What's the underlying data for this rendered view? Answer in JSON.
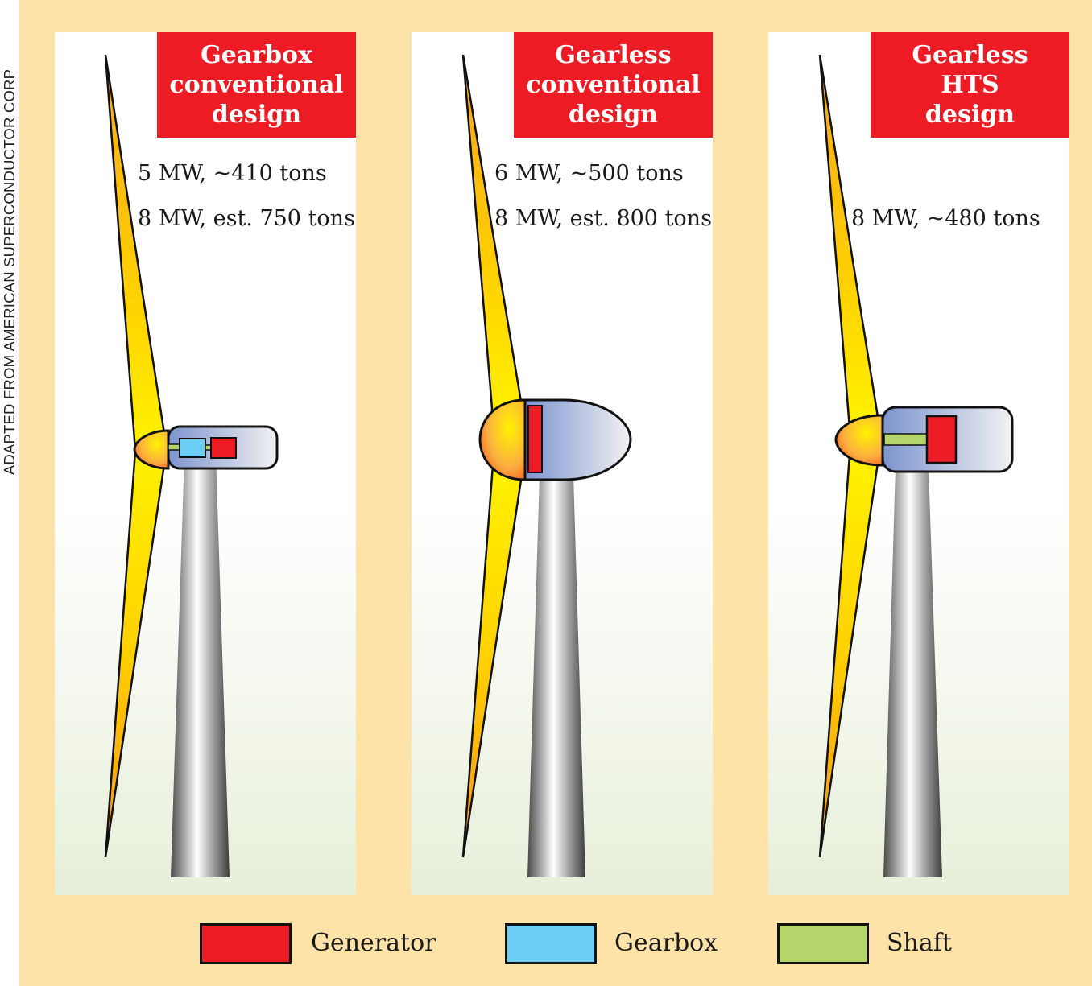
{
  "credit": "ADAPTED FROM AMERICAN SUPERCONDUCTOR CORP",
  "panels": [
    {
      "title": [
        "Gearbox",
        "conventional",
        "design"
      ],
      "specs": [
        "5 MW, ~410 tons",
        "8 MW, est. 750 tons"
      ],
      "drivetrain": [
        "shaft",
        "gearbox",
        "generator"
      ]
    },
    {
      "title": [
        "Gearless",
        "conventional",
        "design"
      ],
      "specs": [
        "6 MW, ~500 tons",
        "8 MW, est. 800 tons"
      ],
      "drivetrain": [
        "generator"
      ]
    },
    {
      "title": [
        "Gearless",
        "HTS",
        "design"
      ],
      "specs": [
        "8 MW, ~480 tons"
      ],
      "drivetrain": [
        "shaft",
        "generator"
      ]
    }
  ],
  "legend": [
    {
      "label": "Generator",
      "color": "#ed1c24"
    },
    {
      "label": "Gearbox",
      "color": "#6dcff6"
    },
    {
      "label": "Shaft",
      "color": "#b5d56a"
    }
  ],
  "colors": {
    "background": "#fde3a7",
    "title_box": "#ed1c24",
    "blade_tip": "#ffe800",
    "blade_root": "#f7941d",
    "nacelle": "#7f96cf",
    "tower": "#9a9a9a"
  }
}
